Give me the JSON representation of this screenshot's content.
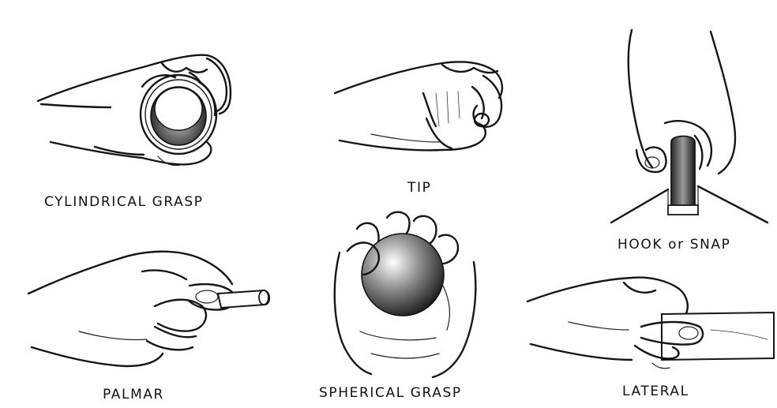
{
  "figure": {
    "grasps": [
      {
        "id": "cylindrical",
        "label": "CYLINDRICAL GRASP"
      },
      {
        "id": "tip",
        "label": "TIP"
      },
      {
        "id": "hook",
        "label": "HOOK or SNAP"
      },
      {
        "id": "palmar",
        "label": "PALMAR"
      },
      {
        "id": "spherical",
        "label": "SPHERICAL GRASP"
      },
      {
        "id": "lateral",
        "label": "LATERAL"
      }
    ]
  }
}
